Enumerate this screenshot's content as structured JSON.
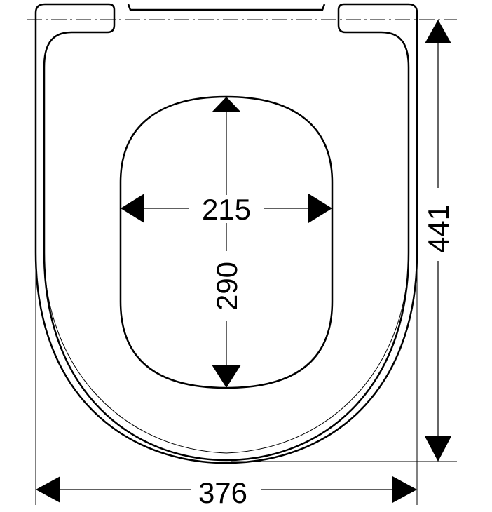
{
  "dimensions": {
    "overall_width": "376",
    "overall_length": "441",
    "opening_width": "215",
    "opening_length": "290"
  }
}
